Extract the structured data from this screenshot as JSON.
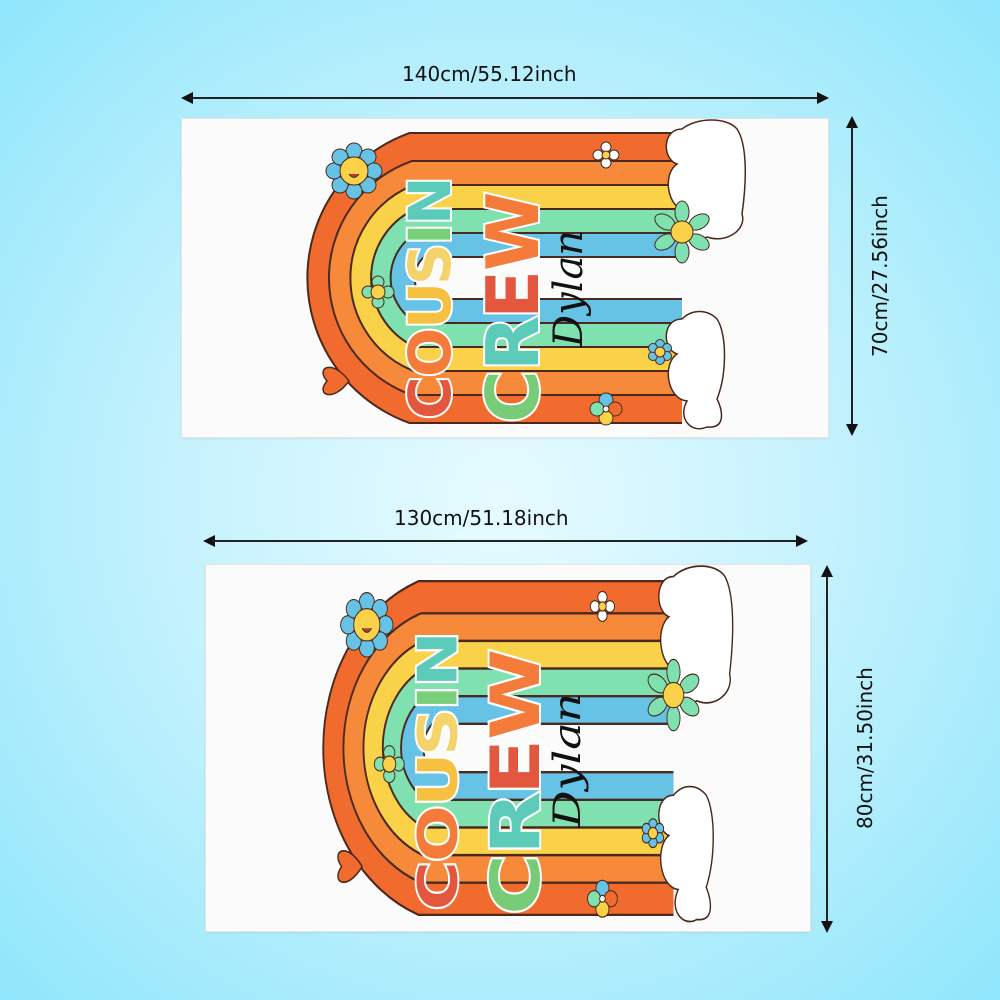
{
  "towels": [
    {
      "id": "large",
      "width_label": "140cm/55.12inch",
      "height_label": "70cm/27.56inch",
      "design": {
        "word1": "COUSIN",
        "word2": "CREW",
        "name": "Dylan"
      }
    },
    {
      "id": "medium",
      "width_label": "130cm/51.18inch",
      "height_label": "80cm/31.50inch",
      "design": {
        "word1": "COUSIN",
        "word2": "CREW",
        "name": "Dylan"
      }
    }
  ],
  "colors": {
    "background_center": "#e6fbff",
    "background_edge": "#8fe6fb",
    "rainbow": [
      "#f26b2e",
      "#f7893a",
      "#f9d24a",
      "#7fe0b0",
      "#66c3e6"
    ],
    "letters": {
      "C1": "#e4573f",
      "O": "#f47b3a",
      "U": "#f6c040",
      "S": "#f4d36a",
      "I": "#78d07a",
      "N": "#5ccbb9",
      "C2": "#78cc78",
      "R": "#5ccbb9",
      "E": "#e4573f",
      "W": "#f47b3a"
    },
    "outline": "#4a2a1e"
  }
}
